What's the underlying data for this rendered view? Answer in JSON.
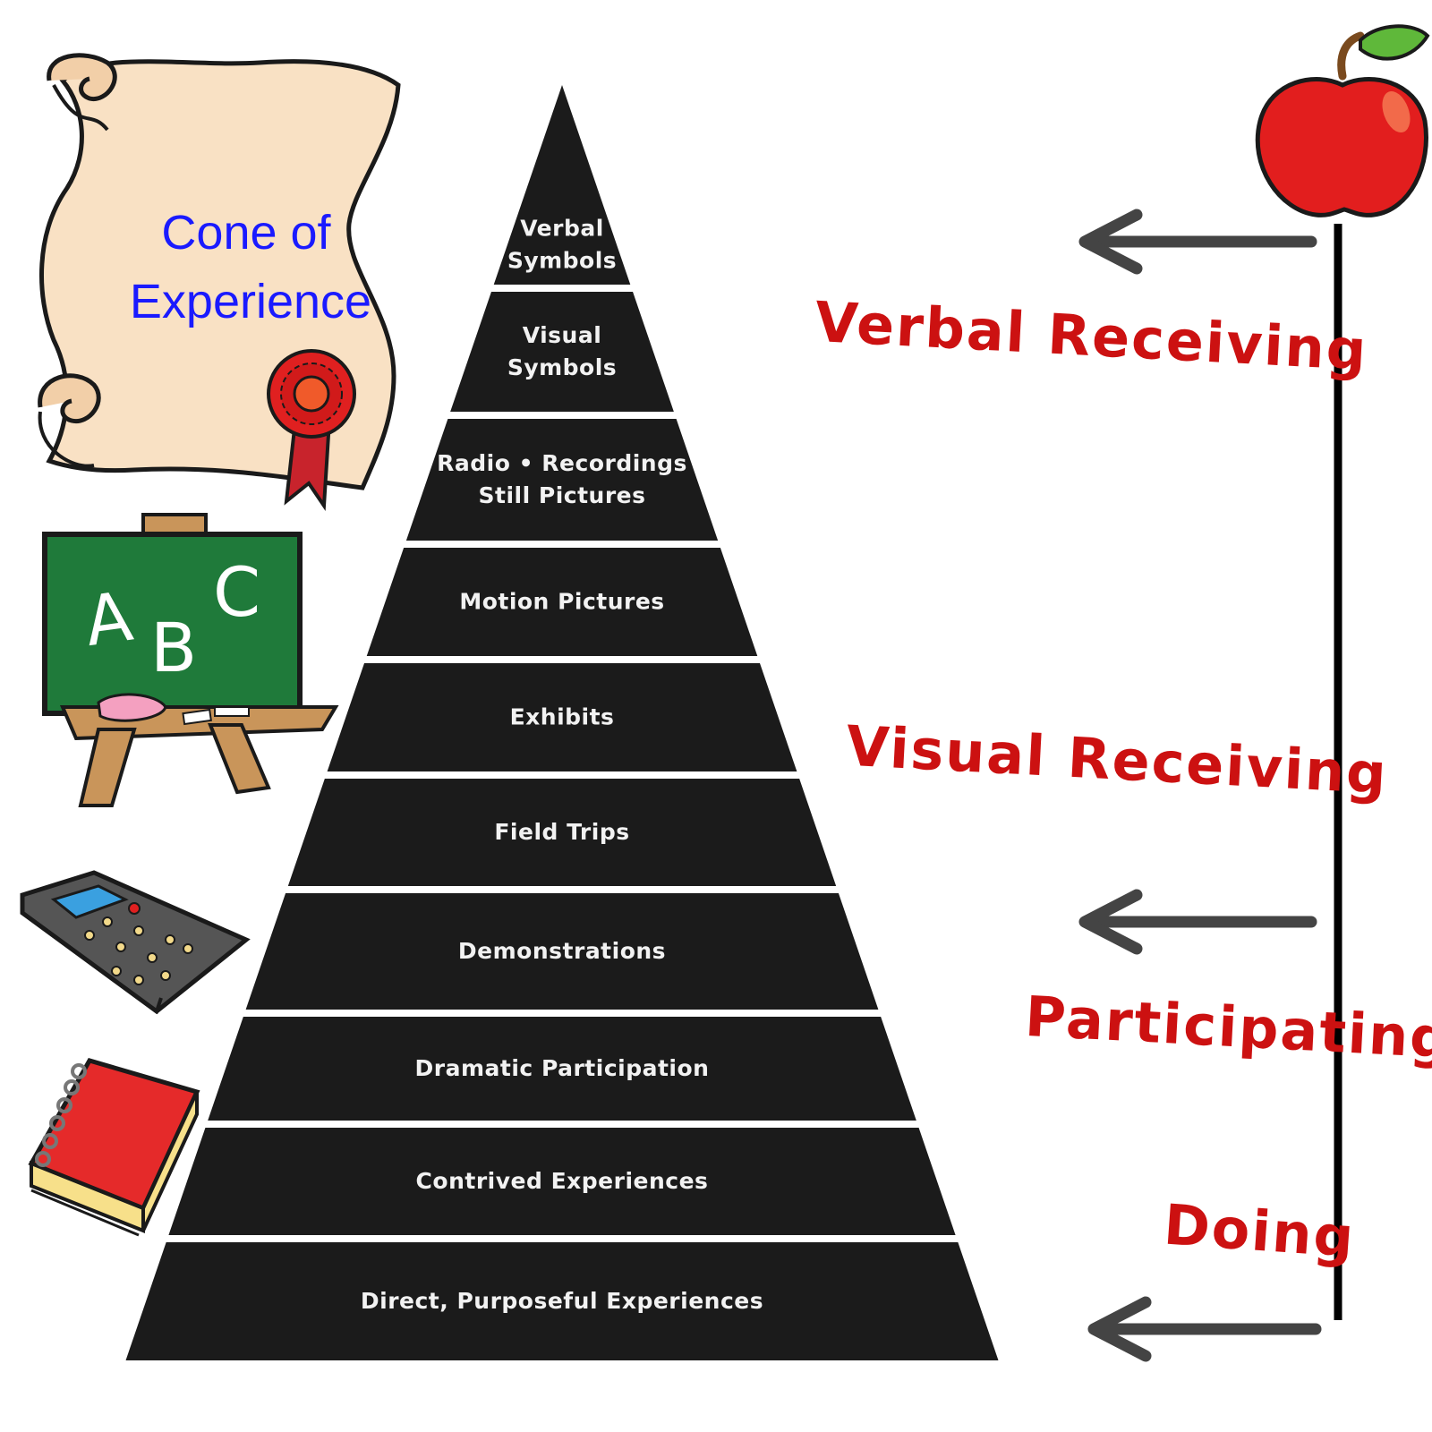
{
  "title": {
    "line1": "Cone of",
    "line2": "Experience",
    "color": "#1a1aff"
  },
  "chalkboard": {
    "letters": [
      "A",
      "B",
      "C"
    ]
  },
  "cone": {
    "fill_color": "#1b1b1b",
    "text_color": "#f2f2f2",
    "tiers": [
      {
        "lines": [
          "Verbal",
          "Symbols"
        ]
      },
      {
        "lines": [
          "Visual",
          "Symbols"
        ]
      },
      {
        "lines": [
          "Radio • Recordings",
          "Still Pictures"
        ]
      },
      {
        "lines": [
          "Motion Pictures"
        ]
      },
      {
        "lines": [
          "Exhibits"
        ]
      },
      {
        "lines": [
          "Field Trips"
        ]
      },
      {
        "lines": [
          "Demonstrations"
        ]
      },
      {
        "lines": [
          "Dramatic Participation"
        ]
      },
      {
        "lines": [
          "Contrived Experiences"
        ]
      },
      {
        "lines": [
          "Direct, Purposeful Experiences"
        ]
      }
    ]
  },
  "stages": {
    "color": "#cc1111",
    "items": [
      "Verbal Receiving",
      "Visual Receiving",
      "Participating",
      "Doing"
    ]
  },
  "icons": {
    "scroll": "scroll-icon",
    "ribbon": "award-ribbon-icon",
    "chalkboard": "chalkboard-icon",
    "calculator": "calculator-icon",
    "notebook": "notebook-icon",
    "apple": "apple-icon",
    "arrows": "left-arrow-icon"
  }
}
